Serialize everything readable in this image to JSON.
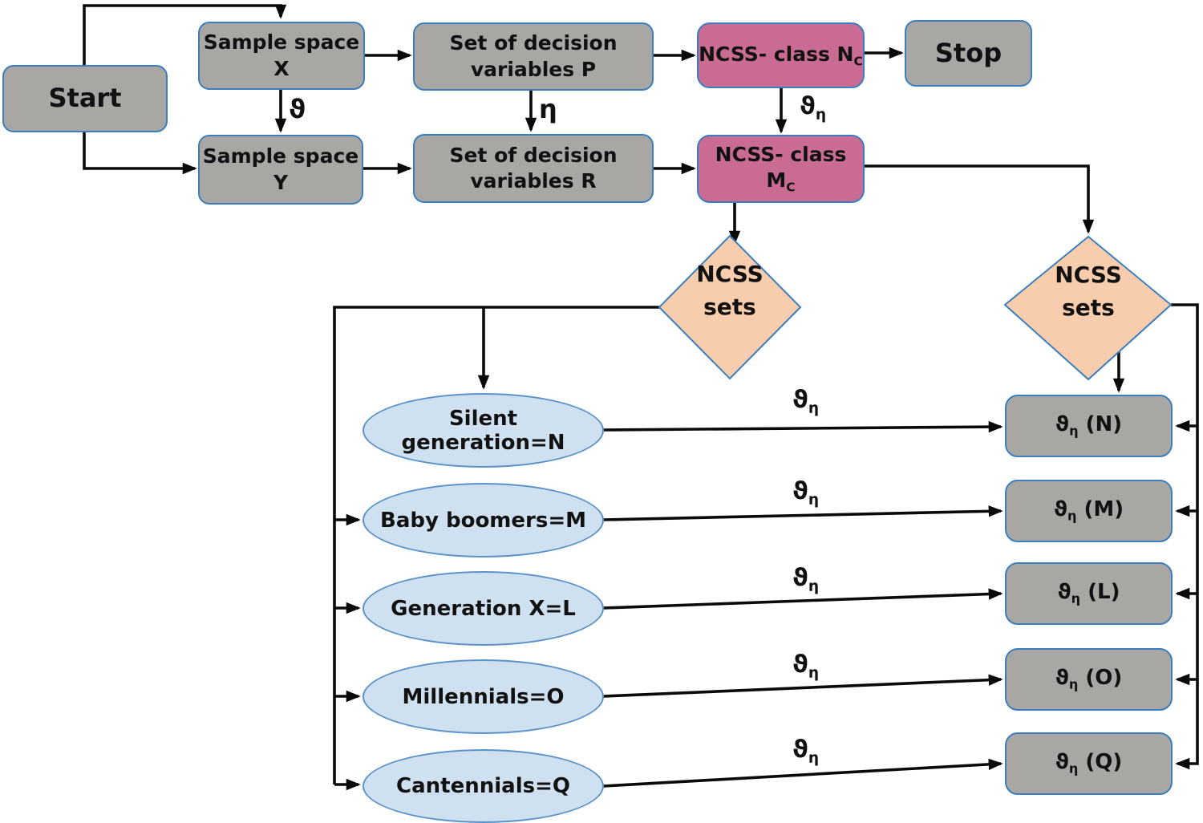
{
  "colors": {
    "box_gray": "#a9a7a4",
    "box_pink": "#ca6b93",
    "diamond_peach": "#f8cdad",
    "ellipse_blue": "#cfe0f1",
    "node_border_blue": "#3a7ebf",
    "connector_black": "#0a0a0a",
    "text_black": "#111111"
  },
  "nodes": {
    "start": "Start",
    "sample_space_x": "Sample space X",
    "decision_p": "Set of decision variables P",
    "ncss_class_n": {
      "main": "NCSS- class N",
      "sub": "C"
    },
    "stop": "Stop",
    "sample_space_y": "Sample space Y",
    "decision_r": "Set of decision variables R",
    "ncss_class_m": {
      "main": "NCSS- class M",
      "sub": "C"
    },
    "ncss_sets_left": {
      "line1": "NCSS",
      "line2": "sets"
    },
    "ncss_sets_right": {
      "line1": "NCSS",
      "line2": "sets"
    },
    "generations": [
      "Silent generation=N",
      "Baby boomers=M",
      "Generation X=L",
      "Millennials=O",
      "Cantennials=Q"
    ],
    "outputs": [
      {
        "pre": "ϑ",
        "sub": "η",
        "post": " (N)"
      },
      {
        "pre": "ϑ",
        "sub": "η",
        "post": " (M)"
      },
      {
        "pre": "ϑ",
        "sub": "η",
        "post": " (L)"
      },
      {
        "pre": "ϑ",
        "sub": "η",
        "post": " (O)"
      },
      {
        "pre": "ϑ",
        "sub": "η",
        "post": " (Q)"
      }
    ]
  },
  "edge_labels": {
    "theta": "ϑ",
    "eta": "η",
    "theta_eta": {
      "pre": "ϑ",
      "sub": "η"
    }
  }
}
